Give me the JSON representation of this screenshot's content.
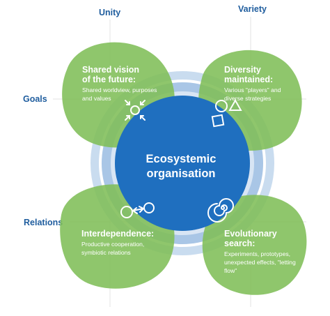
{
  "axis_labels": {
    "unity": "Unity",
    "variety": "Variety",
    "goals": "Goals",
    "relations": "Relations"
  },
  "center": {
    "line1": "Ecosystemic",
    "line2": "organisation"
  },
  "quadrants": {
    "shared_vision": {
      "title_line1": "Shared vision",
      "title_line2": "of the future:",
      "desc_line1": "Shared worldview, purposes",
      "desc_line2": "and values",
      "icon": "convergence-icon"
    },
    "diversity": {
      "title_line1": "Diversity",
      "title_line2": "maintained:",
      "desc_line1": "Various \"players\" and",
      "desc_line2": "diverse strategies",
      "icon": "shapes-icon"
    },
    "interdependence": {
      "title_line1": "Interdependence:",
      "desc_line1": "Productive cooperation,",
      "desc_line2": "symbiotic relations",
      "icon": "linked-circles-icon"
    },
    "evolutionary": {
      "title_line1": "Evolutionary",
      "title_line2": "search:",
      "desc_line1": "Experiments, prototypes,",
      "desc_line2": "unexpected effects, \"letting",
      "desc_line3": "flow\"",
      "icon": "spiral-icon"
    }
  },
  "colors": {
    "blob_green": "#7fbe58",
    "center_blue": "#1f6fbf",
    "ring_light": "#c9dcef",
    "ring_mid": "#a9c6e6",
    "label_blue": "#1f5d9e",
    "grid_line": "#e3e3e3"
  }
}
